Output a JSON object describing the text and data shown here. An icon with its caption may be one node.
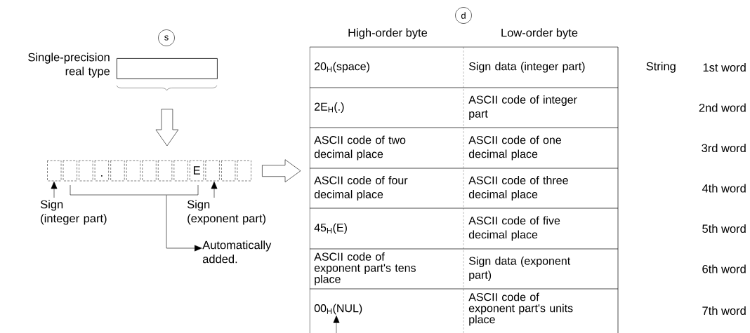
{
  "diagram": {
    "nodes": [
      {
        "text": [
          "s"
        ]
      },
      {
        "text": [],
        "shape": "box",
        "beside": [
          "Single-precision real type"
        ]
      },
      {
        "text": [
          ".",
          "E"
        ]
      },
      {
        "text": [
          "Sign",
          "(integer part)"
        ]
      },
      {
        "text": [
          "Sign",
          "(exponent part)"
        ]
      },
      {
        "text": [
          "Automatically added."
        ]
      },
      {
        "text": [
          "d"
        ]
      },
      {
        "text": [],
        "shape": "box"
      },
      {
        "text": [
          "20$_{H}$(space)"
        ],
        "in": 7
      },
      {
        "text": [
          "Sign data (integer part)"
        ],
        "in": 7
      },
      {
        "text": [
          "2E$_{H}$(.)"
        ],
        "in": 7
      },
      {
        "text": [
          "ASCII code of integer part"
        ],
        "in": 7
      },
      {
        "text": [
          "ASCII code of two decimal place"
        ],
        "in": 7
      },
      {
        "text": [
          "ASCII code of one decimal place"
        ],
        "in": 7
      },
      {
        "text": [
          "ASCII code of four decimal place"
        ],
        "in": 7
      },
      {
        "text": [
          "ASCII code of three decimal place"
        ],
        "in": 7
      },
      {
        "text": [
          "45$_{H}$(E)"
        ],
        "in": 7
      },
      {
        "text": [
          "ASCII code of five decimal place"
        ],
        "in": 7
      },
      {
        "text": [
          "ASCII code of exponent part's tens place"
        ],
        "in": 7
      },
      {
        "text": [
          "Sign data (exponent part)"
        ],
        "in": 7
      },
      {
        "text": [
          "00$_{H}$(NUL)"
        ],
        "in": 7
      },
      {
        "text": [
          "ASCII code of exponent part's units place"
        ],
        "in": 7
      }
    ],
    "edges": [
      {
        "from": 1,
        "to": 2,
        "arrow": "to",
        "style": "thick"
      },
      {
        "from": 3,
        "to": 2,
        "arrow": "to"
      },
      {
        "from": 4,
        "to": 2,
        "arrow": "to"
      },
      {
        "from": 2,
        "to": 5,
        "arrow": "to"
      },
      {
        "from": 2,
        "to": 7,
        "arrow": "to",
        "style": "thick"
      },
      {
        "from": null,
        "to": 20,
        "arrow": "to"
      }
    ],
    "labels": [
      "High-order byte",
      "Low-order byte",
      "String",
      "1st word",
      "2nd word",
      "3rd word",
      "4th word",
      "5th word",
      "6th word",
      "7th word"
    ]
  }
}
